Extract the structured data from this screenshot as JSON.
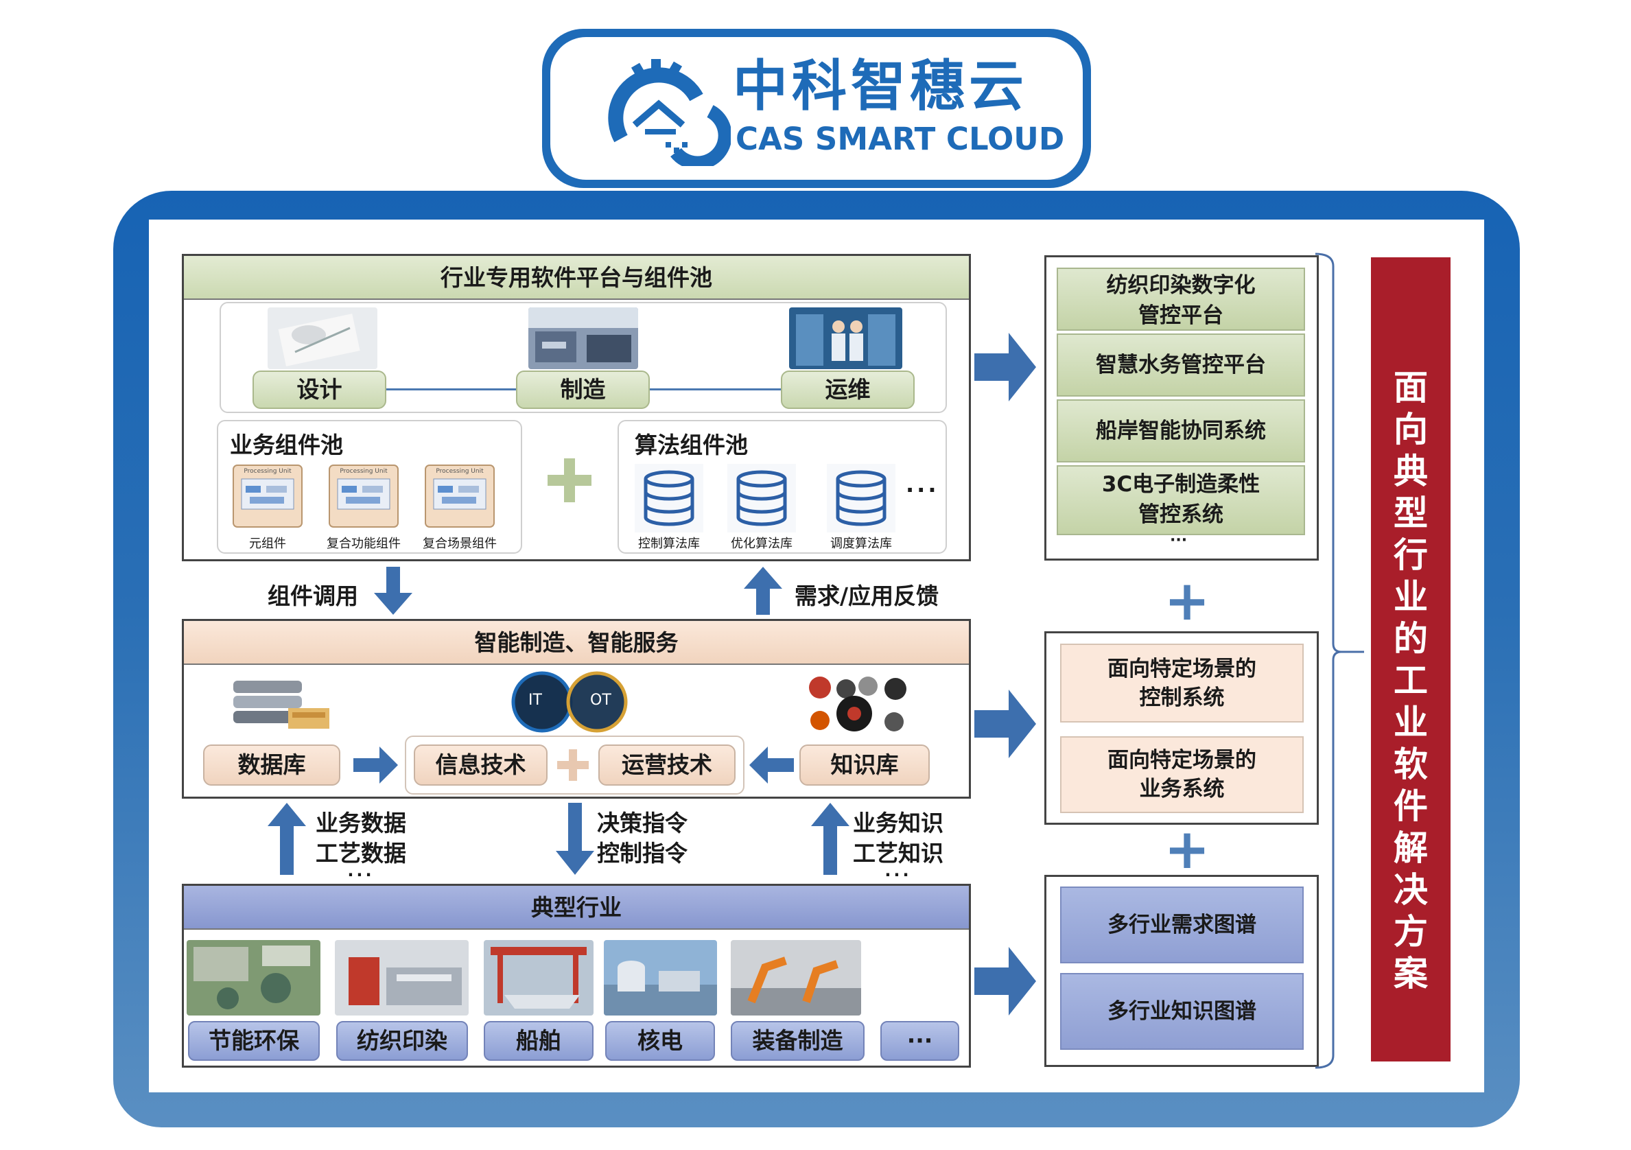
{
  "logo": {
    "cn": "中科智穗云",
    "en": "CAS SMART CLOUD"
  },
  "top_panel": {
    "title": "行业专用软件平台与组件池",
    "stages": [
      "设计",
      "制造",
      "运维"
    ],
    "business_pool": {
      "title": "业务组件池",
      "items": [
        "元组件",
        "复合功能组件",
        "复合场景组件"
      ],
      "thumb_label": "Processing Unit"
    },
    "algorithm_pool": {
      "title": "算法组件池",
      "items": [
        "控制算法库",
        "优化算法库",
        "调度算法库"
      ],
      "more": "···"
    }
  },
  "flow_left": "组件调用",
  "flow_right": "需求/应用反馈",
  "middle_panel": {
    "title": "智能制造、智能服务",
    "it": "IT",
    "ot": "OT",
    "database": "数据库",
    "info_tech": "信息技术",
    "ops_tech": "运营技术",
    "knowledge": "知识库"
  },
  "flow_bottom_left": [
    "业务数据",
    "工艺数据",
    "···"
  ],
  "flow_bottom_mid": [
    "决策指令",
    "控制指令"
  ],
  "flow_bottom_right": [
    "业务知识",
    "工艺知识",
    "···"
  ],
  "bottom_panel": {
    "title": "典型行业",
    "industries": [
      "节能环保",
      "纺织印染",
      "船舶",
      "核电",
      "装备制造",
      "···"
    ]
  },
  "right_top": {
    "items": [
      "纺织印染数字化\n管控平台",
      "智慧水务管控平台",
      "船岸智能协同系统",
      "3C电子制造柔性\n管控系统"
    ],
    "more": "···"
  },
  "right_mid": {
    "items": [
      "面向特定场景的\n控制系统",
      "面向特定场景的\n业务系统"
    ]
  },
  "right_bottom": {
    "items": [
      "多行业需求图谱",
      "多行业知识图谱"
    ]
  },
  "plus": "+",
  "side_title": "面向典型行业的工业软件解决方案",
  "colors": {
    "brand": "#1e6bb8",
    "accent_red": "#a91e2a",
    "arrow": "#4f7fb8"
  }
}
